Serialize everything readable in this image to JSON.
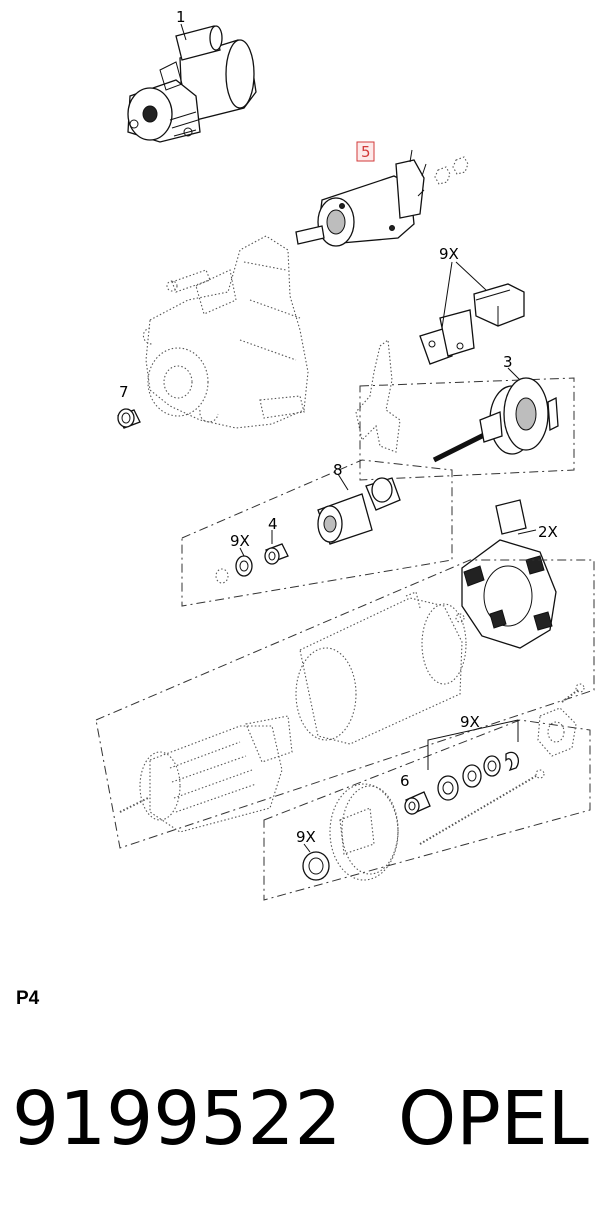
{
  "callouts": {
    "c1": "1",
    "c5": "5",
    "c9x_a": "9X",
    "c3": "3",
    "c7": "7",
    "c8": "8",
    "c9x_b": "9X",
    "c4": "4",
    "c2x": "2X",
    "c9x_c": "9X",
    "c6": "6",
    "c9x_d": "9X"
  },
  "page_code": "P4",
  "part_number": "9199522",
  "brand": "OPEL",
  "colors": {
    "highlight_border": "#d23a3a",
    "highlight_fill": "#fdeaea"
  }
}
